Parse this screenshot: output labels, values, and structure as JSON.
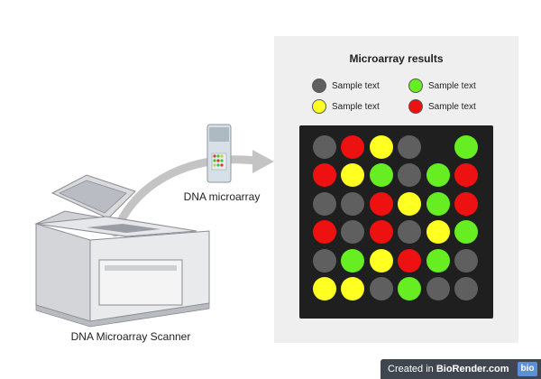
{
  "scanner": {
    "label": "DNA Microarray Scanner"
  },
  "slide": {
    "label": "DNA microarray"
  },
  "results": {
    "title": "Microarray results",
    "legend": [
      {
        "text": "Sample text",
        "color": "#5f5f5f"
      },
      {
        "text": "Sample text",
        "color": "#66ee22"
      },
      {
        "text": "Sample text",
        "color": "#ffff22"
      },
      {
        "text": "Sample text",
        "color": "#ee1111"
      }
    ],
    "grid": [
      [
        "gray",
        "red",
        "yellow",
        "gray",
        "none",
        "green"
      ],
      [
        "red",
        "yellow",
        "green",
        "gray",
        "green",
        "red"
      ],
      [
        "gray",
        "gray",
        "red",
        "yellow",
        "green",
        "red"
      ],
      [
        "red",
        "gray",
        "red",
        "gray",
        "yellow",
        "green"
      ],
      [
        "gray",
        "green",
        "yellow",
        "red",
        "green",
        "gray"
      ],
      [
        "yellow",
        "yellow",
        "gray",
        "green",
        "gray",
        "gray"
      ]
    ],
    "colors": {
      "gray": "#5f5f5f",
      "green": "#66ee22",
      "yellow": "#ffff22",
      "red": "#ee1111"
    }
  },
  "badge": {
    "prefix": "Created in ",
    "brand": "BioRender.com",
    "logo": "bio"
  }
}
